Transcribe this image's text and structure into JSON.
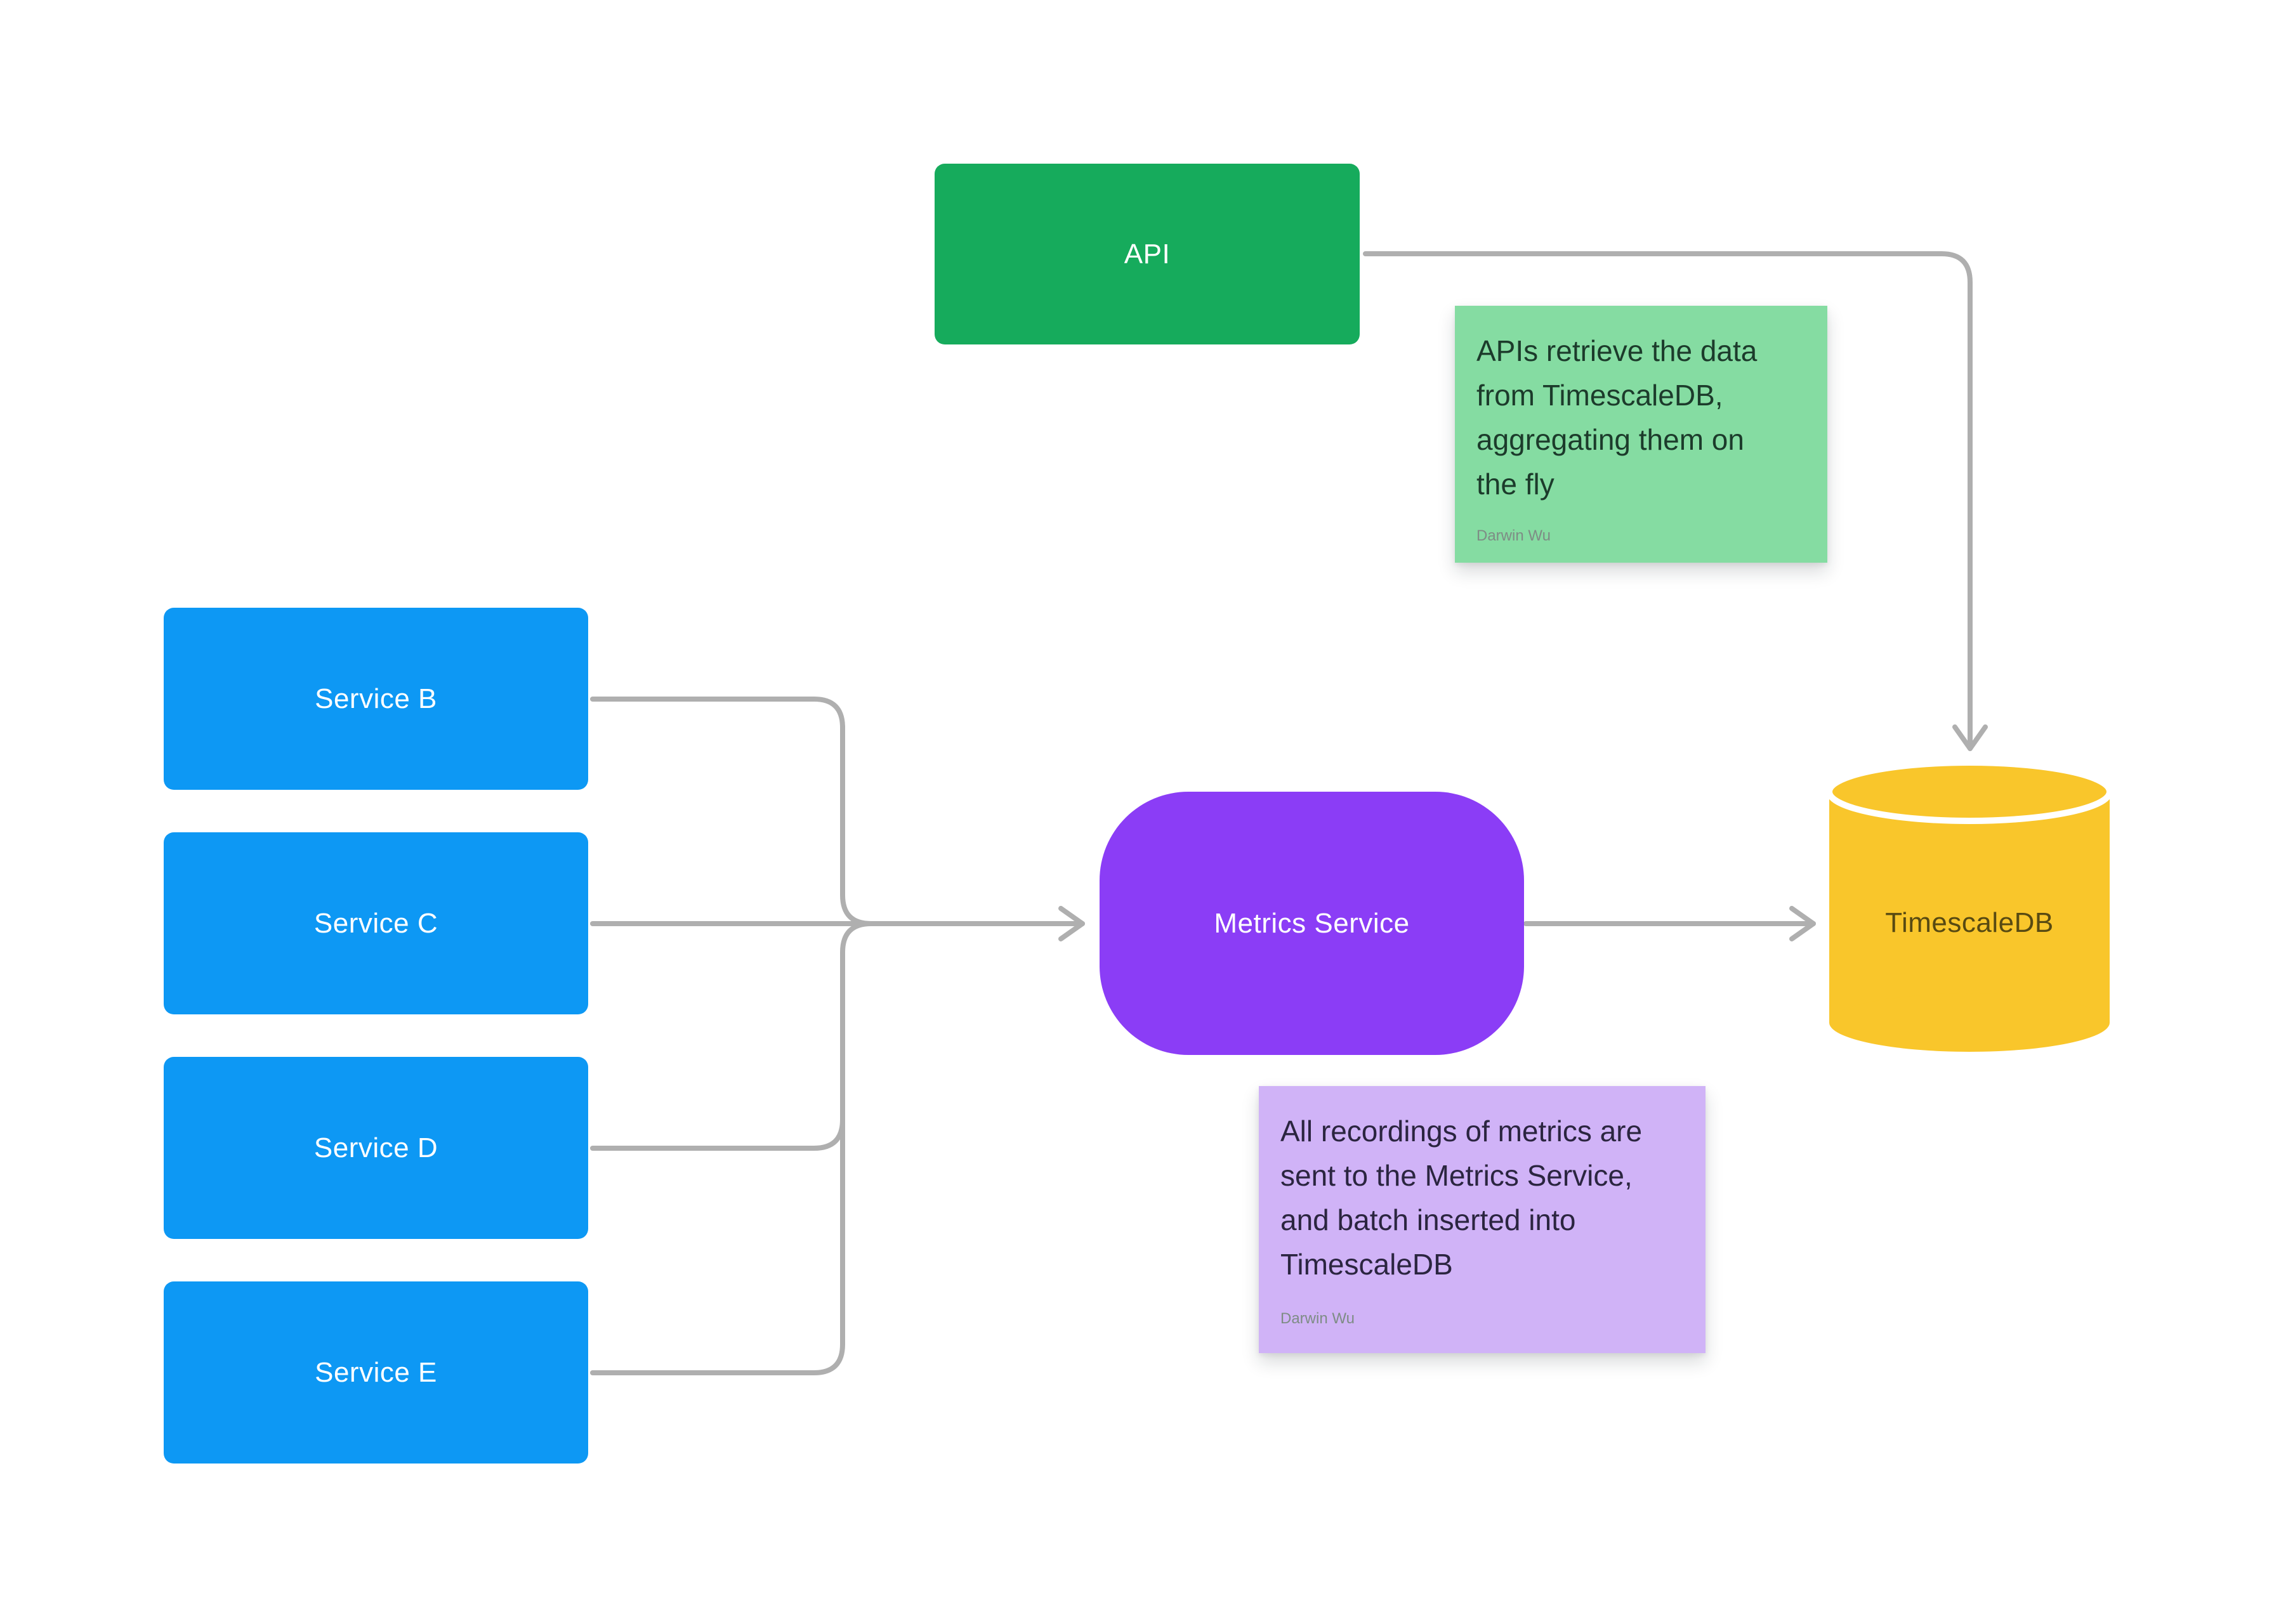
{
  "colors": {
    "canvas-bg": "#ffffff",
    "node-green": "#16AB5C",
    "node-blue": "#0D98F4",
    "node-purple": "#8B3DF6",
    "node-yellow": "#F9C62B",
    "note-green": "#85DCA2",
    "note-purple": "#D0B3F7",
    "note-green-text": "#1C3B2B",
    "note-purple-text": "#2B2540",
    "db-label-text": "#584A12",
    "node-label-text": "#FFFFFF",
    "connector": "#AFAFAF",
    "author-text": "#7E8C85"
  },
  "nodes": {
    "api": {
      "label": "API"
    },
    "services": [
      {
        "label": "Service B"
      },
      {
        "label": "Service C"
      },
      {
        "label": "Service D"
      },
      {
        "label": "Service E"
      }
    ],
    "metrics": {
      "label": "Metrics Service"
    },
    "database": {
      "label": "TimescaleDB"
    }
  },
  "notes": {
    "api_note": {
      "lines": [
        "APIs retrieve the data",
        "from TimescaleDB,",
        "aggregating them on",
        "the fly"
      ],
      "author": "Darwin Wu"
    },
    "metrics_note": {
      "lines": [
        "All recordings of metrics are",
        "sent to the Metrics Service,",
        "and batch inserted into",
        "TimescaleDB"
      ],
      "author": "Darwin Wu"
    }
  }
}
